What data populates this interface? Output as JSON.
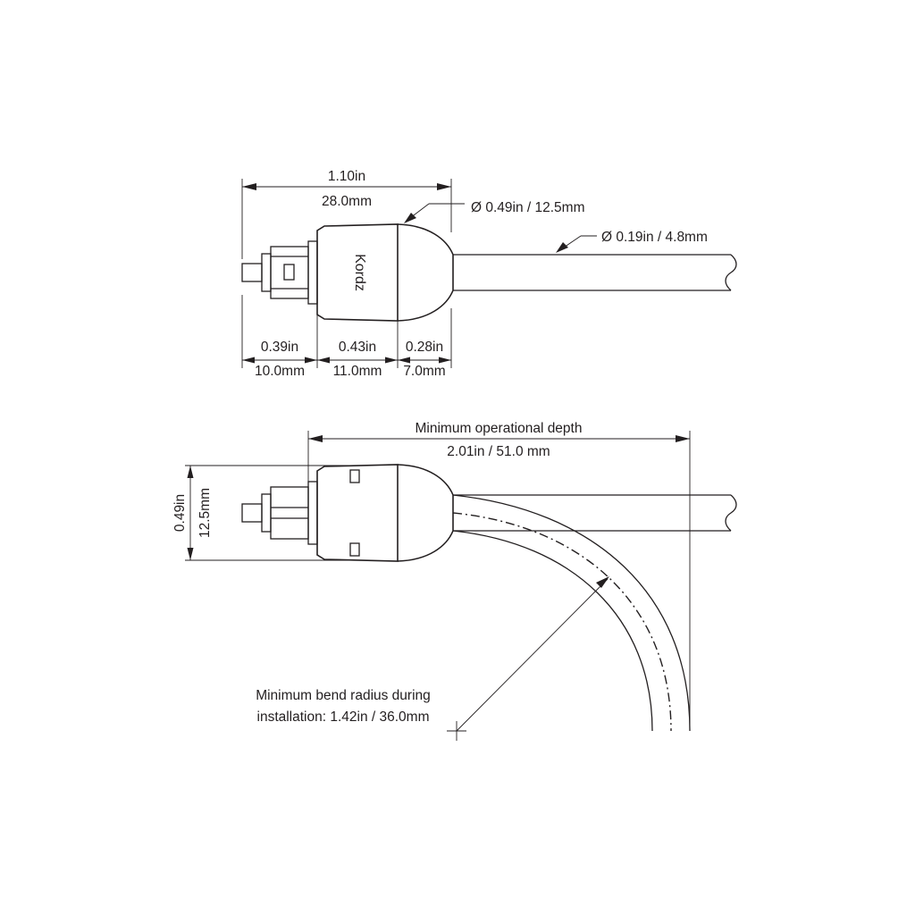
{
  "brand": "Kordz",
  "top_view": {
    "overall_length": {
      "imperial": "1.10in",
      "metric": "28.0mm"
    },
    "head_diameter": "Ø 0.49in / 12.5mm",
    "cable_diameter": "Ø 0.19in / 4.8mm",
    "segments": [
      {
        "imperial": "0.39in",
        "metric": "10.0mm"
      },
      {
        "imperial": "0.43in",
        "metric": "11.0mm"
      },
      {
        "imperial": "0.28in",
        "metric": "7.0mm"
      }
    ]
  },
  "side_view": {
    "depth_title": "Minimum operational depth",
    "depth_value": "2.01in / 51.0 mm",
    "height": {
      "imperial": "0.49in",
      "metric": "12.5mm"
    },
    "bend_note_line1": "Minimum bend radius during",
    "bend_note_line2": "installation: 1.42in / 36.0mm"
  }
}
